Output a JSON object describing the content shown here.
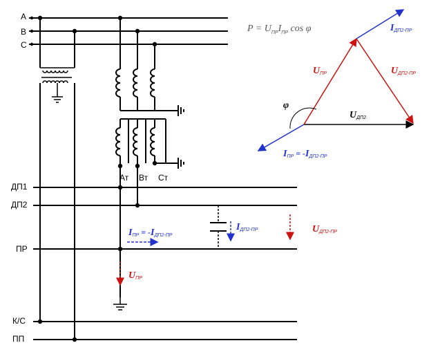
{
  "buses": {
    "a": "A",
    "b": "B",
    "c": "C",
    "dp1": "ДП1",
    "dp2": "ДП2",
    "pr": "ПР",
    "ks": "К/С",
    "pp": "ПП"
  },
  "transformer_labels": {
    "at": "Ат",
    "vt": "Вт",
    "st": "Ст"
  },
  "formula": "P = U",
  "formula_sub1": "ПР",
  "formula_mid": "I",
  "formula_sub2": "ПР",
  "formula_end": " cos φ",
  "phasors": {
    "i_dp2_pr": {
      "main": "I",
      "sub": "ДП2-ПР"
    },
    "u_pr": {
      "main": "U",
      "sub": "ПР"
    },
    "u_dp2_pr": {
      "main": "U",
      "sub": "ДП2-ПР"
    },
    "u_dp2": {
      "main": "U",
      "sub": "ДП2"
    },
    "phi": "φ",
    "i_pr_eq": {
      "main": "I",
      "sub": "ПР",
      "eq": " = -",
      "main2": "I",
      "sub2": "ДП2-ПР"
    }
  },
  "circuit_labels": {
    "i_pr_eq": {
      "main": "I",
      "sub": "ПР",
      "eq": " = -",
      "main2": "I",
      "sub2": "ДП2-ПР"
    },
    "i_dp2_pr": {
      "main": "I",
      "sub": "ДП2-ПР"
    },
    "u_dp2_pr": {
      "main": "U",
      "sub": "ДП2-ПР"
    },
    "u_pr": {
      "main": "U",
      "sub": "ПР"
    }
  },
  "colors": {
    "line": "#000000",
    "red": "#cc1111",
    "blue": "#2233cc",
    "ground": "#000000"
  }
}
